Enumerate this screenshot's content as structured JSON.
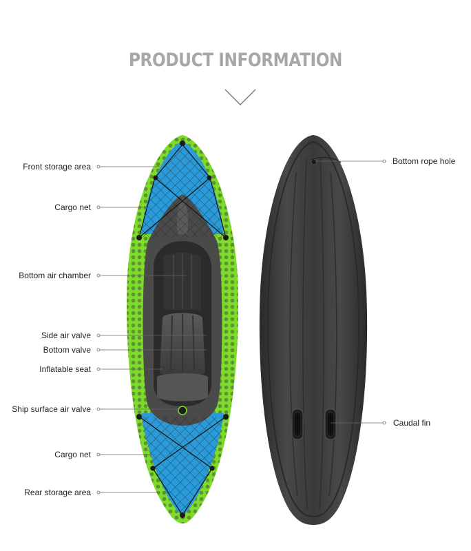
{
  "title": "PRODUCT INFORMATION",
  "labels_left": [
    {
      "id": "front-storage-area",
      "text": "Front storage area"
    },
    {
      "id": "cargo-net-front",
      "text": "Cargo net"
    },
    {
      "id": "bottom-air-chamber",
      "text": "Bottom air chamber"
    },
    {
      "id": "side-air-valve",
      "text": "Side air valve"
    },
    {
      "id": "bottom-valve",
      "text": "Bottom valve"
    },
    {
      "id": "inflatable-seat",
      "text": "Inflatable seat"
    },
    {
      "id": "ship-surface-air-valve",
      "text": "Ship surface air valve"
    },
    {
      "id": "cargo-net-rear",
      "text": "Cargo net"
    },
    {
      "id": "rear-storage-area",
      "text": "Rear storage area"
    }
  ],
  "labels_right": [
    {
      "id": "bottom-rope-hole",
      "text": "Bottom rope hole"
    },
    {
      "id": "caudal-fin",
      "text": "Caudal fin"
    }
  ],
  "colors": {
    "title": "#a7a7a7",
    "hull_green": "#7ddc2a",
    "deck_blue": "#2a9ad8",
    "body_gray": "#3a3a3a",
    "line": "#666666"
  },
  "icons": [
    "chevron-down-icon"
  ]
}
